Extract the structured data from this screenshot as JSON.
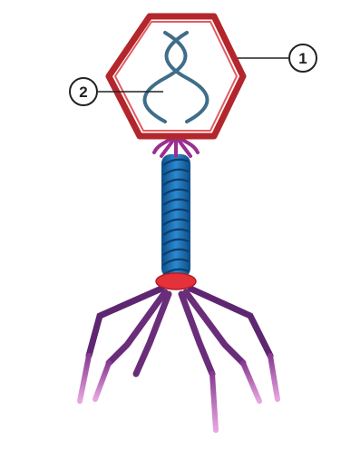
{
  "labels": [
    {
      "key": "capsid",
      "text": "1"
    },
    {
      "key": "dna",
      "text": "2"
    }
  ],
  "colors": {
    "capsid_outline": "#b3262c",
    "capsid_fill": "#ffffff",
    "dna": "#3f6d8a",
    "collar": "#9b2f8e",
    "tail_sheath": "#1f6fb5",
    "tail_sheath_dark": "#0f4d86",
    "base_plate": "#e5313a",
    "tail_fibers": "#6a2d7a",
    "fiber_tips": "#c56fc0",
    "label_stroke": "#222222"
  }
}
